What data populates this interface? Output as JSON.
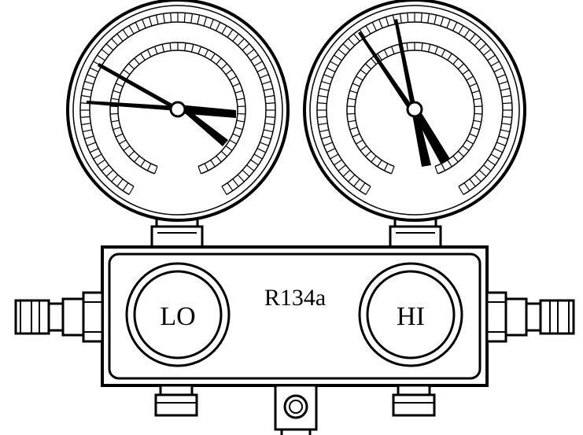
{
  "manifold": {
    "model_label": "R134a",
    "low_side": {
      "valve_label": "LO"
    },
    "high_side": {
      "valve_label": "HI"
    }
  },
  "colors": {
    "ink": "#000000",
    "background": "#ffffff"
  }
}
